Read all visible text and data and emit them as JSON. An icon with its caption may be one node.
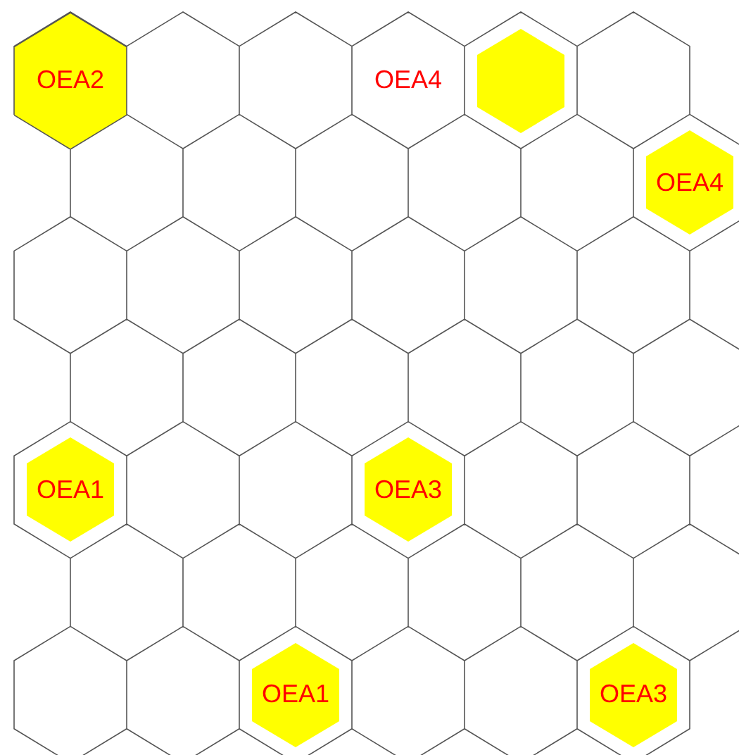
{
  "diagram": {
    "nodes": [
      {
        "text": [
          "OEA2"
        ]
      },
      {
        "text": [
          "OEA4"
        ]
      },
      {
        "text": [],
        "shape": "hexagon"
      },
      {
        "text": [
          "OEA4"
        ]
      },
      {
        "text": [
          "OEA1"
        ]
      },
      {
        "text": [
          "OEA3"
        ]
      },
      {
        "text": [
          "OEA1"
        ]
      },
      {
        "text": [
          "OEA3"
        ]
      }
    ]
  }
}
